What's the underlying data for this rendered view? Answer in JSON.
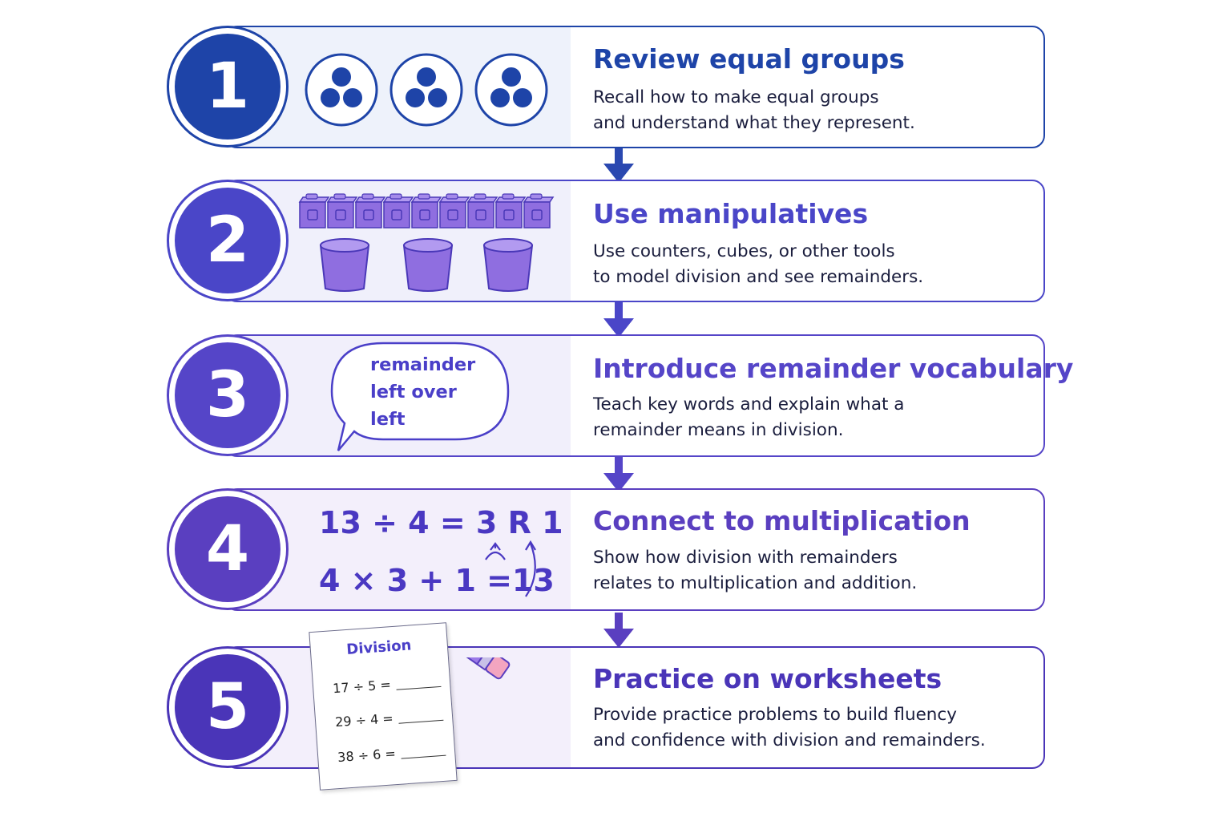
{
  "steps": [
    {
      "number": "1",
      "title": "Review equal groups",
      "desc_line1": "Recall how to make equal groups",
      "desc_line2": "and understand what they represent.",
      "color": "#1e44a8",
      "title_color": "#1e44a8",
      "tint": "#eef2fb",
      "illustration_icon": "equal-groups-circles"
    },
    {
      "number": "2",
      "title": "Use manipulatives",
      "desc_line1": "Use counters, cubes, or other tools",
      "desc_line2": "to model division and see remainders.",
      "color": "#4a46c8",
      "title_color": "#4a46c8",
      "tint": "#f0f0fb",
      "illustration_icon": "cubes-and-cups"
    },
    {
      "number": "3",
      "title": "Introduce remainder vocabulary",
      "desc_line1": "Teach key words and explain what a",
      "desc_line2": "remainder means in division.",
      "color": "#5545c8",
      "title_color": "#5545c8",
      "tint": "#f1effb",
      "illustration_icon": "speech-bubble",
      "vocab": [
        "remainder",
        "left over",
        "left"
      ]
    },
    {
      "number": "4",
      "title": "Connect to multiplication",
      "desc_line1": "Show how division with remainders",
      "desc_line2": "relates to multiplication and addition.",
      "color": "#5a3fc0",
      "title_color": "#5a3fc0",
      "tint": "#f3effb",
      "illustration_icon": "equations",
      "equation1": "13 ÷ 4 = 3 R 1",
      "equation2": "4 × 3 + 1 =13"
    },
    {
      "number": "5",
      "title": "Practice on worksheets",
      "desc_line1": "Provide practice problems to build fluency",
      "desc_line2": "and confidence with division and remainders.",
      "color": "#4a35b8",
      "title_color": "#4a35b8",
      "tint": "#f3effb",
      "illustration_icon": "worksheet-pencil",
      "worksheet_title": "Division",
      "problems": [
        "17 ÷ 5 =",
        "29 ÷ 4 =",
        "38 ÷ 6 ="
      ]
    }
  ]
}
